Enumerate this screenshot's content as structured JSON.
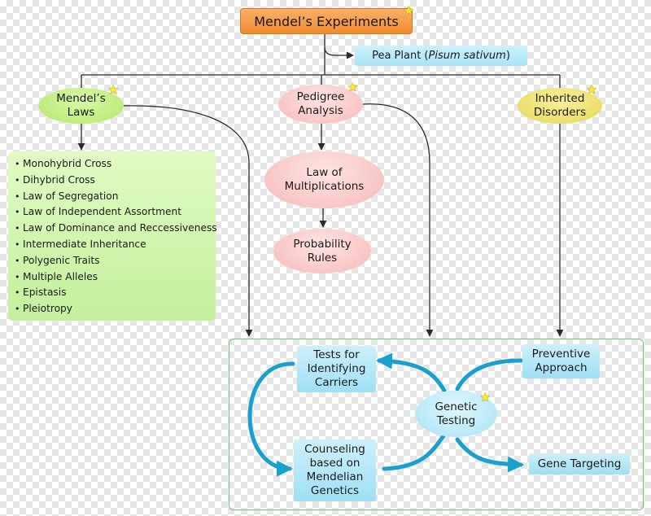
{
  "diagram": {
    "title": "Mendel’s Experiments",
    "pea_plant": {
      "prefix": "Pea Plant (",
      "species": "Pisum sativum",
      "suffix": ")"
    },
    "branches": {
      "laws": "Mendel’s Laws",
      "pedigree": "Pedigree Analysis",
      "disorders": "Inherited Disorders"
    },
    "laws_list": [
      "Monohybrid Cross",
      "Dihybrid Cross",
      "Law of Segregation",
      "Law of Independent Assortment",
      "Law of Dominance and Reccessiveness",
      "Intermediate Inheritance",
      "Polygenic Traits",
      "Multiple Alleles",
      "Epistasis",
      "Pleiotropy"
    ],
    "pedigree_children": {
      "multiplications": "Law of Multiplications",
      "probability": "Probability Rules"
    },
    "genetic_testing": {
      "center": "Genetic Testing",
      "carriers": "Tests for Identifying Carriers",
      "counseling": "Counseling based on Mendelian Genetics",
      "preventive": "Preventive Approach",
      "gene_targeting": "Gene Targeting"
    },
    "colors": {
      "orange": "#f08c30",
      "green": "#b4e86a",
      "pink": "#f6b9b8",
      "yellow": "#e7d85a",
      "blue": "#9fdff4",
      "cycle_arrow": "#1aa0cc",
      "connector": "#2b2b2b",
      "frame": "#77c27a"
    },
    "icons": [
      "star-icon"
    ]
  }
}
